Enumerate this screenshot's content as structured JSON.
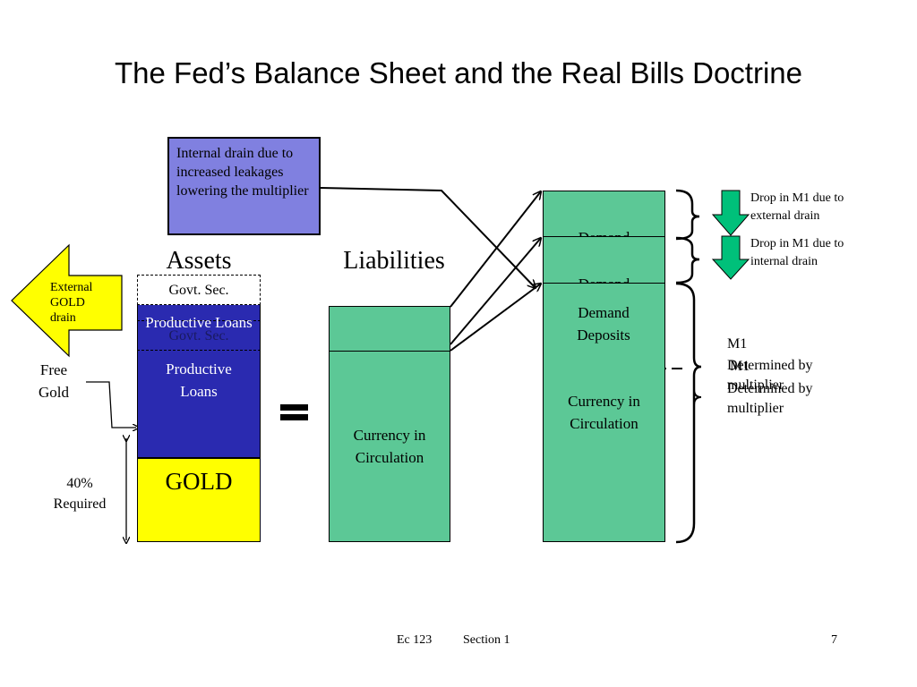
{
  "slide": {
    "title": "The Fed’s Balance Sheet and the Real Bills Doctrine",
    "footer_left": "Ec 123",
    "footer_section": "Section 1",
    "page_number": "7"
  },
  "callouts": {
    "internal_drain_note": "Internal drain due to increased leakages lowering the multiplier",
    "external_gold_drain": "External GOLD drain",
    "drop_external": "Drop in M1 due to external drain",
    "drop_internal": "Drop in M1 due to internal drain"
  },
  "assets": {
    "heading": "Assets",
    "govt_sec": "Govt. Sec.",
    "govt_sec_overlap": "Govt. Sec.",
    "productive_loans_ghost": "Productive Loans",
    "productive_loans": "Productive Loans",
    "gold": "GOLD",
    "free_gold": "Free Gold",
    "required": "40% Required"
  },
  "equals_sign": "=",
  "liabilities": {
    "heading": "Liabilities",
    "currency": "Currency in Circulation"
  },
  "m1_column": {
    "ghost_top": "Demand",
    "ghost_mid": "Demand",
    "demand_deposits": "Demand Deposits",
    "currency": "Currency in Circulation",
    "m1_label_a": "M1",
    "m1_label_b": "M1",
    "determined_a": "Determined by multiplier",
    "determined_b": "Determined by multiplier"
  },
  "colors": {
    "note_box": "#8080e0",
    "productive_loans": "#2a2ab0",
    "gold": "#ffff00",
    "green": "#5cc896",
    "down_arrow": "#00c07a"
  }
}
